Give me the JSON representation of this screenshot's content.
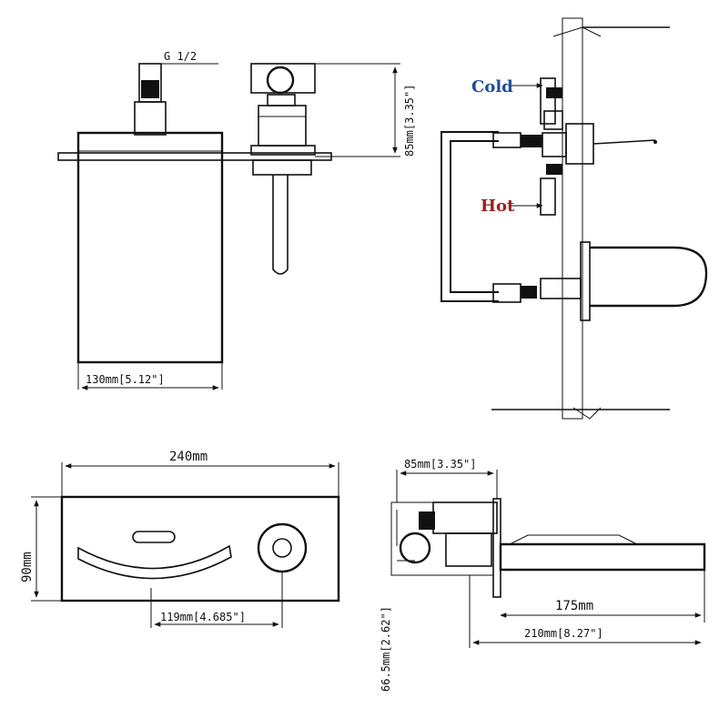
{
  "labels": {
    "thread": "G 1/2",
    "cold": "Cold",
    "hot": "Hot",
    "dim_85_side": "85mm[3.35\"]",
    "dim_130": "130mm[5.12\"]",
    "dim_240": "240mm",
    "dim_90": "90mm",
    "dim_119": "119mm[4.685\"]",
    "dim_85_bottom": "85mm[3.35\"]",
    "dim_175": "175mm",
    "dim_210": "210mm[8.27\"]",
    "dim_66": "66.5mm[2.62\"]"
  },
  "colors": {
    "cold": "#1f4e9a",
    "hot": "#9a1f1f",
    "line": "#111111"
  }
}
